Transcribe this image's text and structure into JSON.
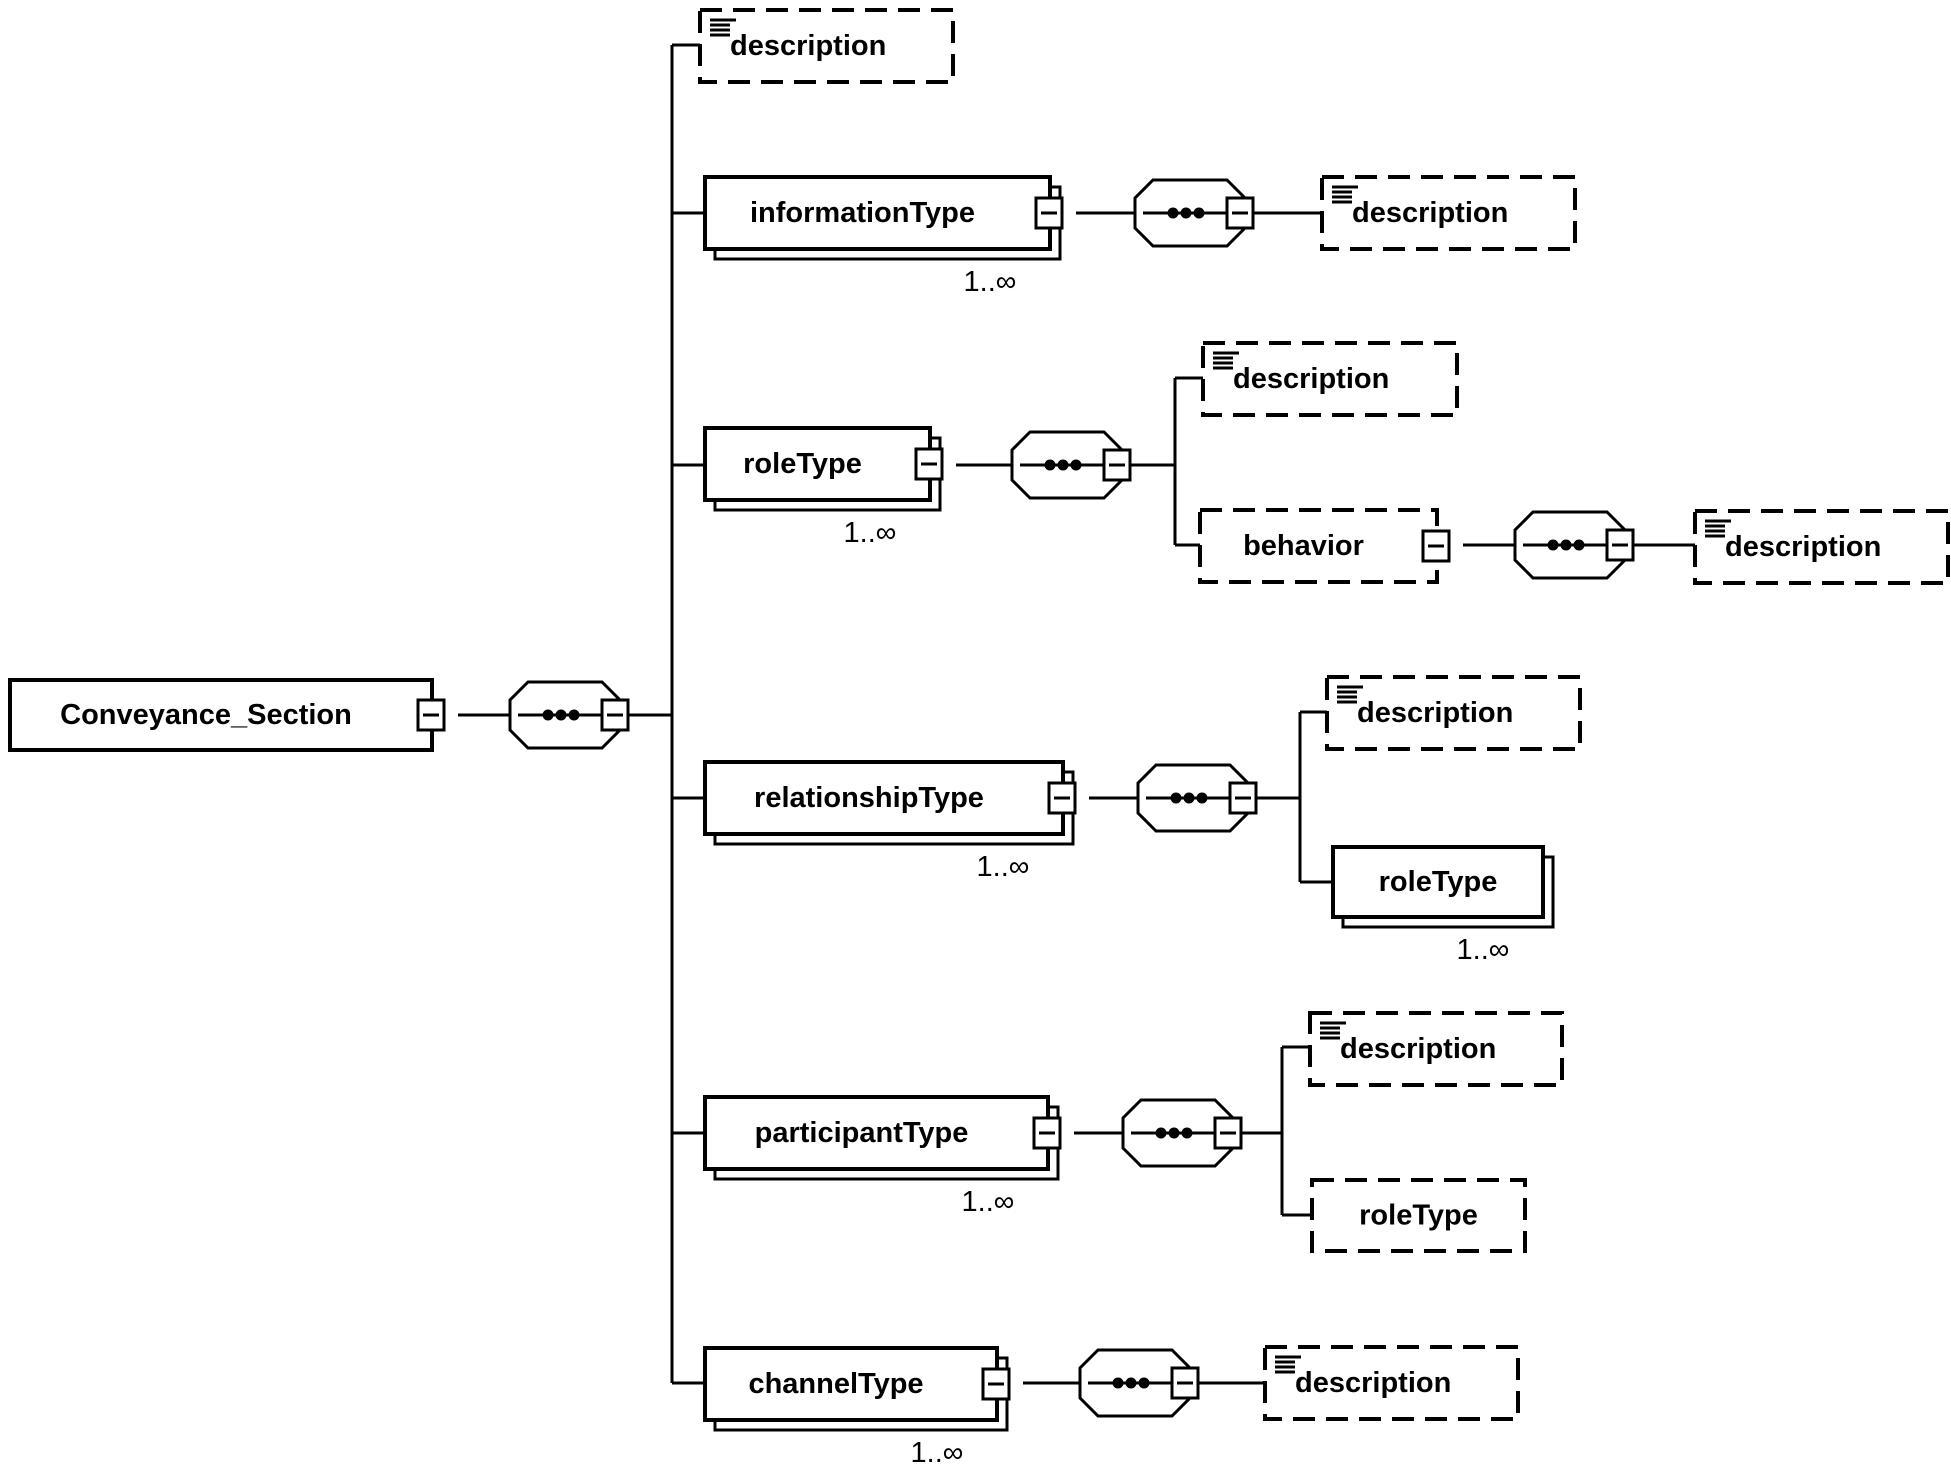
{
  "diagram": {
    "type": "XML Schema element tree",
    "root": {
      "label": "Conveyance_Section",
      "expand_icon": "collapse-minus-icon",
      "compositor_icon": "sequence-compositor-icon"
    },
    "children": [
      {
        "id": "description",
        "label": "description",
        "optional": true,
        "has_annotation": true,
        "annotation_icon": "documentation-lines-icon",
        "cardinality": ""
      },
      {
        "id": "informationType",
        "label": "informationType",
        "optional": false,
        "repeated": true,
        "cardinality": "1..∞",
        "children": [
          {
            "label": "description",
            "optional": true,
            "has_annotation": true,
            "cardinality": ""
          }
        ]
      },
      {
        "id": "roleType",
        "label": "roleType",
        "optional": false,
        "repeated": true,
        "cardinality": "1..∞",
        "children": [
          {
            "label": "description",
            "optional": true,
            "has_annotation": true,
            "cardinality": ""
          },
          {
            "label": "behavior",
            "optional": true,
            "cardinality": "",
            "children": [
              {
                "label": "description",
                "optional": true,
                "has_annotation": true,
                "cardinality": ""
              }
            ]
          }
        ]
      },
      {
        "id": "relationshipType",
        "label": "relationshipType",
        "optional": false,
        "repeated": true,
        "cardinality": "1..∞",
        "children": [
          {
            "label": "description",
            "optional": true,
            "has_annotation": true,
            "cardinality": ""
          },
          {
            "label": "roleType",
            "optional": false,
            "repeated": true,
            "cardinality": "1..∞"
          }
        ]
      },
      {
        "id": "participantType",
        "label": "participantType",
        "optional": false,
        "repeated": true,
        "cardinality": "1..∞",
        "children": [
          {
            "label": "description",
            "optional": true,
            "has_annotation": true,
            "cardinality": ""
          },
          {
            "label": "roleType",
            "optional": true,
            "cardinality": ""
          }
        ]
      },
      {
        "id": "channelType",
        "label": "channelType",
        "optional": false,
        "repeated": true,
        "cardinality": "1..∞",
        "children": [
          {
            "label": "description",
            "optional": true,
            "has_annotation": true,
            "cardinality": ""
          }
        ]
      }
    ]
  },
  "colors": {
    "stroke": "#000000",
    "background": "#ffffff"
  }
}
